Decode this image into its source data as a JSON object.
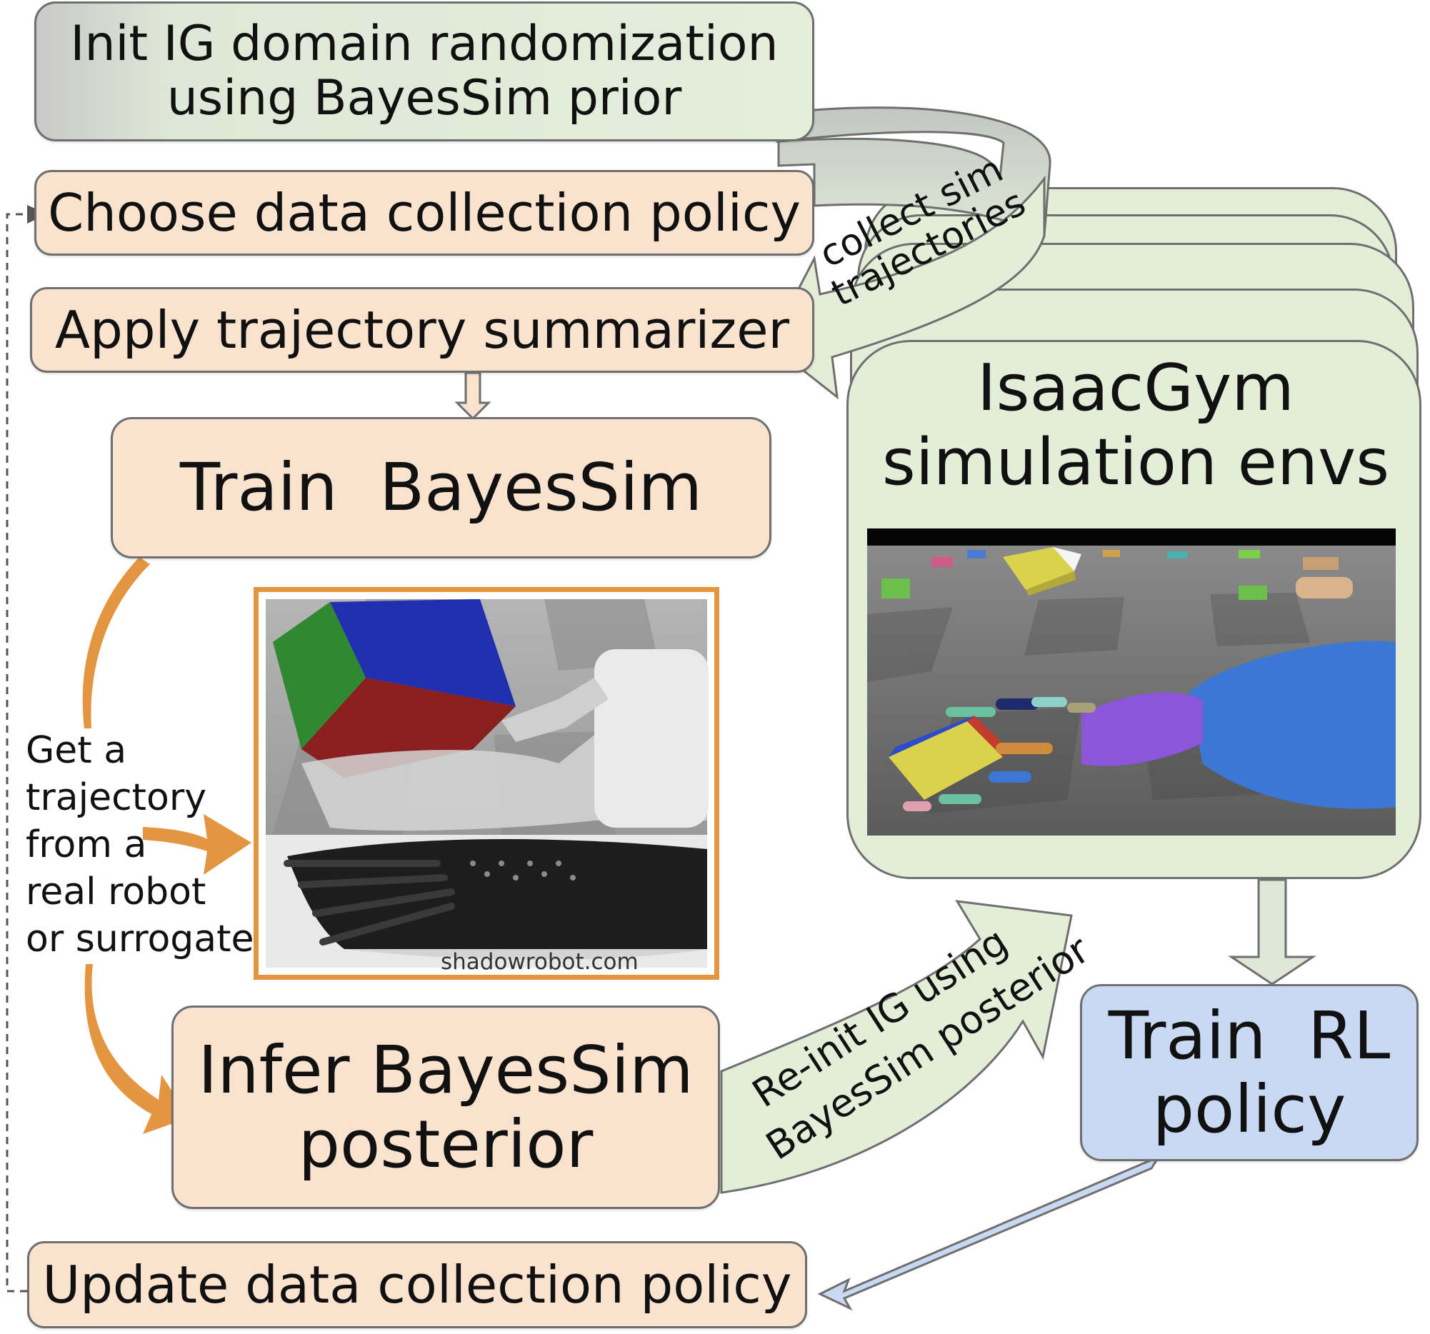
{
  "boxes": {
    "init": [
      "Init IG domain randomization",
      "using BayesSim prior"
    ],
    "choose": "Choose data collection policy",
    "apply": "Apply trajectory summarizer",
    "train_bayessim": "Train  BayesSim",
    "infer": [
      "Infer BayesSim",
      "posterior"
    ],
    "update": "Update data collection policy",
    "env_title": [
      "IsaacGym",
      "simulation envs"
    ],
    "train_rl": [
      "Train  RL",
      "policy"
    ]
  },
  "arrows": {
    "collect": [
      "collect sim",
      "trajectories"
    ],
    "reinit": [
      "Re-init IG using",
      "BayesSim posterior"
    ]
  },
  "side_label": [
    "Get a",
    "trajectory",
    "from a",
    "real robot",
    "or surrogate"
  ],
  "watermark": "shadowrobot.com",
  "colors": {
    "peach": "#f9e3cf",
    "green": "#e3eed9",
    "blue": "#c9d8f3",
    "orange": "#e3963f",
    "grey_arrow": "#c7c9c6"
  }
}
